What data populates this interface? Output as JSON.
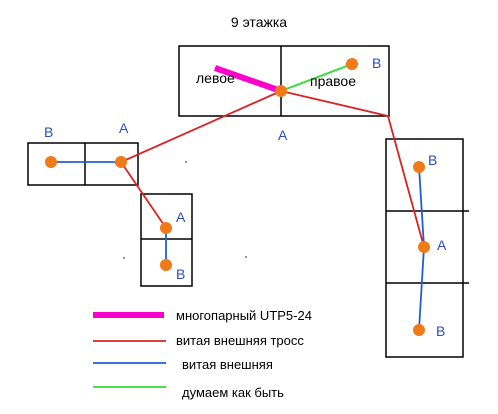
{
  "title": "9 этажка",
  "labels": {
    "left_word": "левое",
    "right_word": "правое",
    "center_A": "A",
    "center_B": "B",
    "left_B": "B",
    "left_A": "A",
    "lower_A": "A",
    "lower_B": "B",
    "right_top_B": "B",
    "right_mid_A": "A",
    "right_bottom_B": "B"
  },
  "legend": [
    {
      "label": "многопарный UTP5-24",
      "color": "#ff00cc"
    },
    {
      "label": "витая внешняя тросс",
      "color": "#dd2222"
    },
    {
      "label": "витая внешняя",
      "color": "#1f5fd6"
    },
    {
      "label": "думаем как быть",
      "color": "#33dd33"
    }
  ],
  "colors": {
    "node": "#f07a18",
    "box_stroke": "#000000",
    "label_blue": "#2a4fc4"
  }
}
